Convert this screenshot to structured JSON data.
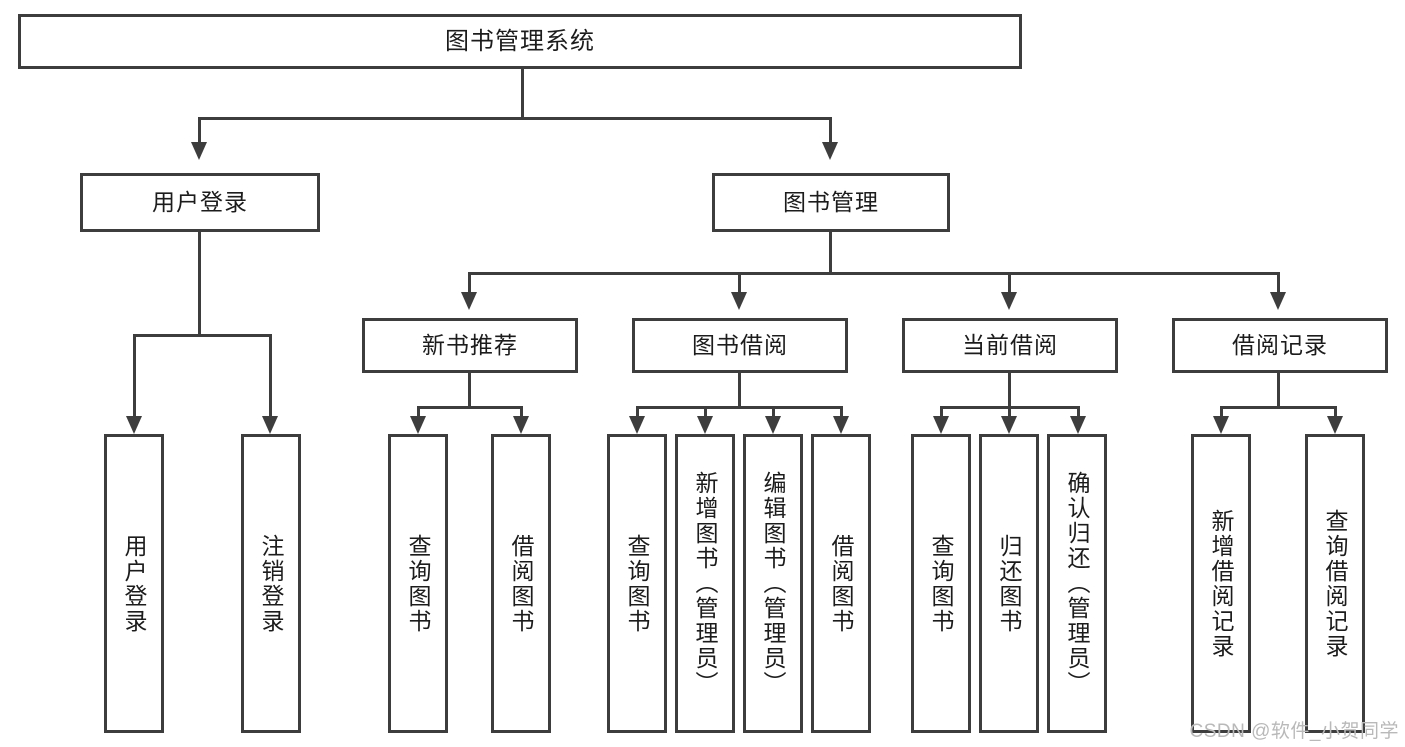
{
  "diagram": {
    "type": "tree",
    "title": "图书管理系统",
    "background_color": "#ffffff",
    "line_color": "#3d3d3d",
    "text_color": "#1c1c1c"
  },
  "nodes": {
    "root": {
      "label": "图书管理系统"
    },
    "level1": [
      {
        "label": "用户登录"
      },
      {
        "label": "图书管理"
      }
    ],
    "level2": [
      {
        "label": "新书推荐"
      },
      {
        "label": "图书借阅"
      },
      {
        "label": "当前借阅"
      },
      {
        "label": "借阅记录"
      }
    ],
    "leaves": {
      "user_login": [
        {
          "label": "用户登录"
        },
        {
          "label": "注销登录"
        }
      ],
      "new_book_recommend": [
        {
          "label": "查询图书"
        },
        {
          "label": "借阅图书"
        }
      ],
      "book_borrow": [
        {
          "label": "查询图书"
        },
        {
          "label": "新增图书（管理员）"
        },
        {
          "label": "编辑图书（管理员）"
        },
        {
          "label": "借阅图书"
        }
      ],
      "current_borrow": [
        {
          "label": "查询图书"
        },
        {
          "label": "归还图书"
        },
        {
          "label": "确认归还（管理员）"
        }
      ],
      "borrow_record": [
        {
          "label": "新增借阅记录"
        },
        {
          "label": "查询借阅记录"
        }
      ]
    }
  },
  "watermark": {
    "text": "CSDN @软件_小贺同学",
    "color": "#b9b9b9"
  }
}
